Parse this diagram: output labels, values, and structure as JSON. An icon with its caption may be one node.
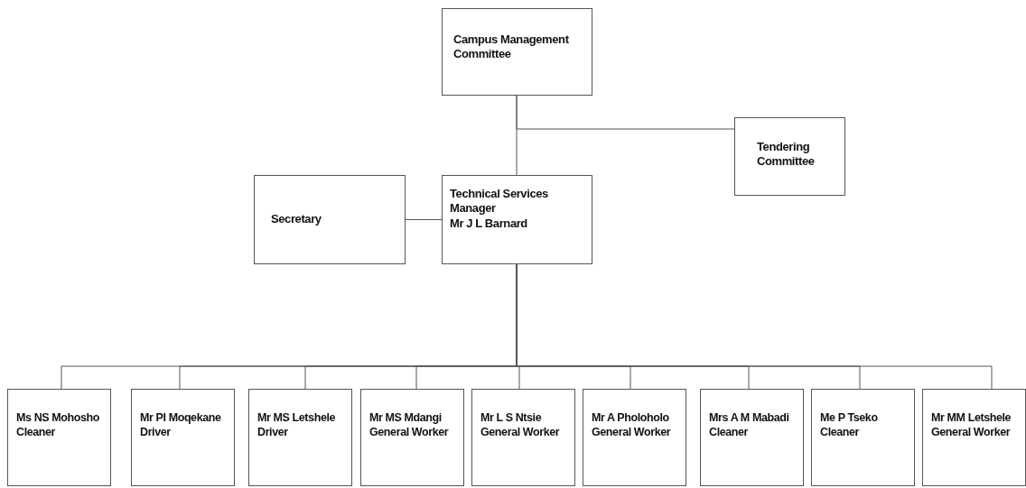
{
  "diagram": {
    "nodes": [
      {
        "text": [
          "Campus Management Committee"
        ]
      },
      {
        "text": [
          "Tendering Committee"
        ]
      },
      {
        "text": [
          "Secretary"
        ]
      },
      {
        "text": [
          "Technical Services Manager",
          "Mr J L Barnard"
        ]
      },
      {
        "text": [
          "Ms NS Mohosho",
          "Cleaner"
        ]
      },
      {
        "text": [
          "Mr PI Moqekane",
          "Driver"
        ]
      },
      {
        "text": [
          "Mr MS Letshele",
          "Driver"
        ]
      },
      {
        "text": [
          "Mr MS Mdangi",
          "General Worker"
        ]
      },
      {
        "text": [
          "Mr L S Ntsie",
          "General Worker"
        ]
      },
      {
        "text": [
          "Mr A Pholoholo",
          "General Worker"
        ]
      },
      {
        "text": [
          "Mrs A M Mabadi",
          "Cleaner"
        ]
      },
      {
        "text": [
          "Me P Tseko",
          "Cleaner"
        ]
      },
      {
        "text": [
          "Mr MM Letshele",
          "General Worker"
        ]
      }
    ],
    "edges": [
      {
        "from": 0,
        "to": 3,
        "arrow": "none"
      },
      {
        "from": 0,
        "to": 1,
        "arrow": "none"
      },
      {
        "from": 2,
        "to": 3,
        "arrow": "none"
      },
      {
        "from": 3,
        "to": 4,
        "arrow": "none"
      },
      {
        "from": 3,
        "to": 5,
        "arrow": "none"
      },
      {
        "from": 3,
        "to": 6,
        "arrow": "none"
      },
      {
        "from": 3,
        "to": 7,
        "arrow": "none"
      },
      {
        "from": 3,
        "to": 8,
        "arrow": "none"
      },
      {
        "from": 3,
        "to": 9,
        "arrow": "none"
      },
      {
        "from": 3,
        "to": 10,
        "arrow": "none"
      },
      {
        "from": 3,
        "to": 11,
        "arrow": "none"
      },
      {
        "from": 3,
        "to": 12,
        "arrow": "none"
      }
    ]
  }
}
